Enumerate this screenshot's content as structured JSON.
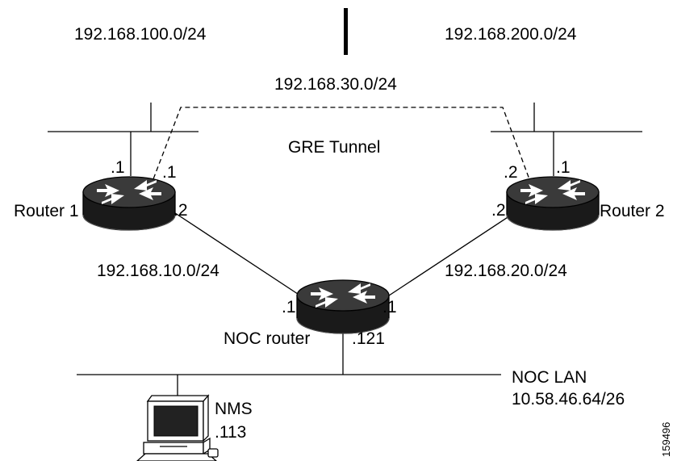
{
  "subnets": {
    "left_lan": "192.168.100.0/24",
    "right_lan": "192.168.200.0/24",
    "tunnel_net": "192.168.30.0/24",
    "link_left": "192.168.10.0/24",
    "link_right": "192.168.20.0/24"
  },
  "tunnel": {
    "label": "GRE Tunnel"
  },
  "router1": {
    "name": "Router 1",
    "lan_addr": ".1",
    "tunnel_addr": ".1",
    "wan_addr": ".2"
  },
  "router2": {
    "name": "Router 2",
    "lan_addr": ".1",
    "tunnel_addr": ".2",
    "wan_addr": ".2"
  },
  "noc_router": {
    "name": "NOC router",
    "left_addr": ".1",
    "right_addr": ".1",
    "lan_addr": ".121"
  },
  "noc_lan": {
    "name": "NOC LAN",
    "subnet": "10.58.46.64/26"
  },
  "nms": {
    "name": "NMS",
    "addr": ".113"
  },
  "figure_id": "159496",
  "icons": [
    "router-icon",
    "workstation-icon"
  ],
  "colors": {
    "line": "#000000",
    "screen": "#222222",
    "background": "#ffffff"
  }
}
